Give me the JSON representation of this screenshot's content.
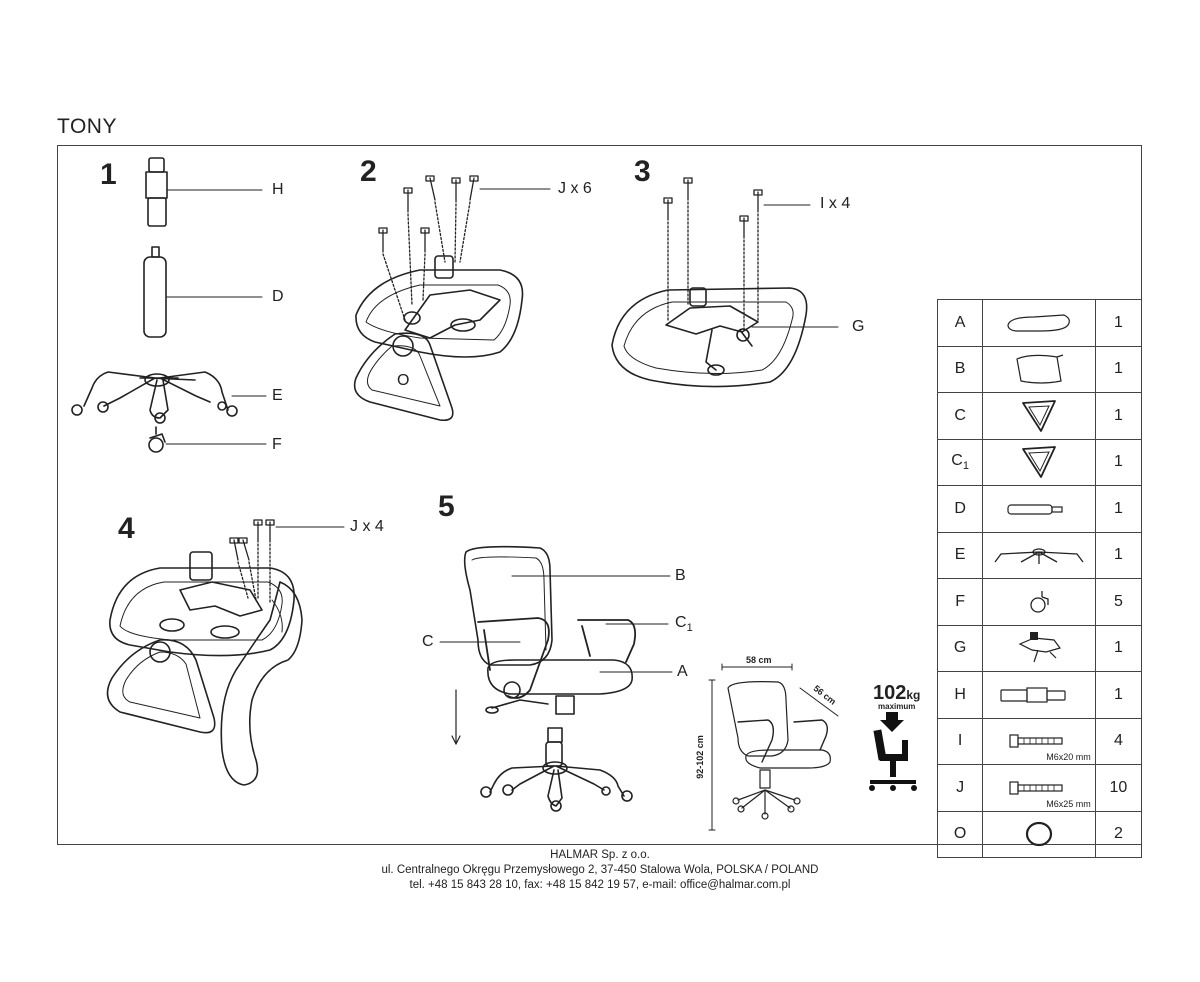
{
  "title": "TONY",
  "steps": [
    "1",
    "2",
    "3",
    "4",
    "5"
  ],
  "labels": {
    "H": "H",
    "D": "D",
    "E": "E",
    "F": "F",
    "J6": "J x 6",
    "O": "O",
    "I4": "I x 4",
    "G": "G",
    "J4": "J x 4",
    "B": "B",
    "C1": "C",
    "C1_sub": "1",
    "C": "C",
    "A": "A"
  },
  "dimensions": {
    "width": "58 cm",
    "depth": "56 cm",
    "height": "92-102 cm"
  },
  "max_load": {
    "value": "102",
    "unit": "kg",
    "label": "maximum"
  },
  "parts": [
    {
      "letter": "A",
      "sub": "",
      "qty": "1",
      "icon": "seat-icon",
      "note": ""
    },
    {
      "letter": "B",
      "sub": "",
      "qty": "1",
      "icon": "backrest-icon",
      "note": ""
    },
    {
      "letter": "C",
      "sub": "",
      "qty": "1",
      "icon": "armrest-icon",
      "note": ""
    },
    {
      "letter": "C",
      "sub": "1",
      "qty": "1",
      "icon": "armrest-icon",
      "note": ""
    },
    {
      "letter": "D",
      "sub": "",
      "qty": "1",
      "icon": "gas-lift-icon",
      "note": ""
    },
    {
      "letter": "E",
      "sub": "",
      "qty": "1",
      "icon": "star-base-icon",
      "note": ""
    },
    {
      "letter": "F",
      "sub": "",
      "qty": "5",
      "icon": "caster-icon",
      "note": ""
    },
    {
      "letter": "G",
      "sub": "",
      "qty": "1",
      "icon": "mechanism-icon",
      "note": ""
    },
    {
      "letter": "H",
      "sub": "",
      "qty": "1",
      "icon": "cover-icon",
      "note": ""
    },
    {
      "letter": "I",
      "sub": "",
      "qty": "4",
      "icon": "bolt-icon",
      "note": "M6x20 mm"
    },
    {
      "letter": "J",
      "sub": "",
      "qty": "10",
      "icon": "bolt-icon",
      "note": "M6x25 mm"
    },
    {
      "letter": "O",
      "sub": "",
      "qty": "2",
      "icon": "ring-icon",
      "note": ""
    }
  ],
  "footer": {
    "company": "HALMAR Sp. z o.o.",
    "address": "ul. Centralnego Okręgu Przemysłowego 2, 37-450 Stalowa Wola, POLSKA / POLAND",
    "contact": "tel. +48 15 843 28 10, fax: +48 15 842 19 57, e-mail: office@halmar.com.pl"
  }
}
